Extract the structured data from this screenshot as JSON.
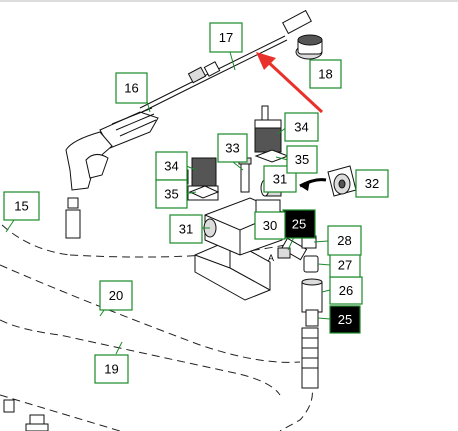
{
  "callouts": {
    "c15": "15",
    "c16": "16",
    "c17": "17",
    "c18": "18",
    "c19": "19",
    "c20": "20",
    "c25a": "25",
    "c25b": "25",
    "c26": "26",
    "c27": "27",
    "c28": "28",
    "c30": "30",
    "c31a": "31",
    "c31b": "31",
    "c32": "32",
    "c33": "33",
    "c34a": "34",
    "c34b": "34",
    "c35a": "35",
    "c35b": "35",
    "letterA": "A"
  },
  "colors": {
    "callout_border": "#1a8a2a",
    "arrow": "#e8312a",
    "highlight_fill": "#000000"
  }
}
